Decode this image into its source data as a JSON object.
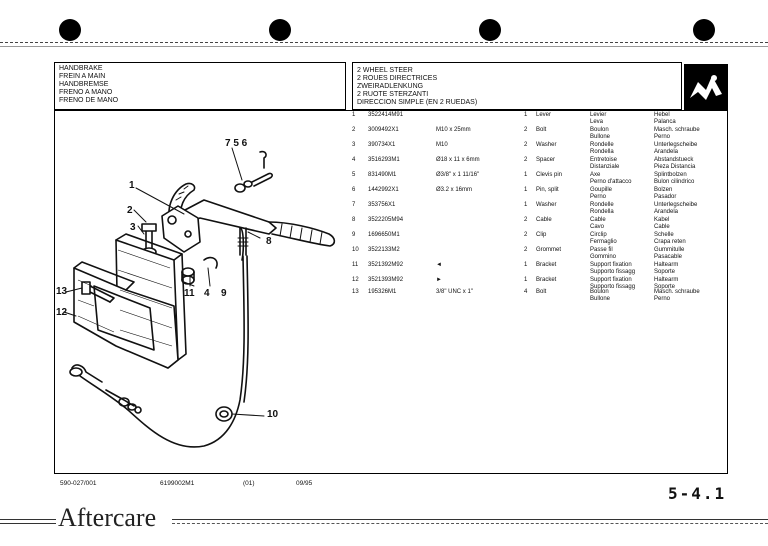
{
  "header": {
    "left_lines": [
      "HANDBRAKE",
      "FREIN A MAIN",
      "HANDBREMSE",
      "FRENO A MANO",
      "FRENO DE MANO"
    ],
    "right_lines": [
      "2 WHEEL STEER",
      "2 ROUES DIRECTRICES",
      "ZWEIRADLENKUNG",
      "2 RUOTE STERZANTI",
      "DIRECCION SIMPLE (EN 2 RUEDAS)"
    ]
  },
  "logo_icon": "tractor-logo-icon",
  "parts": [
    {
      "ref": "1",
      "part": "3522414M91",
      "spec": "",
      "qty": "1",
      "desc": "Lever",
      "fr": "Levier",
      "it": "Leva",
      "de": "Hebel",
      "es": "Palanca"
    },
    {
      "ref": "2",
      "part": "3009492X1",
      "spec": "M10 x 25mm",
      "qty": "2",
      "desc": "Bolt",
      "fr": "Boulon",
      "it": "Bullone",
      "de": "Masch. schraube",
      "es": "Perno"
    },
    {
      "ref": "3",
      "part": "390734X1",
      "spec": "M10",
      "qty": "2",
      "desc": "Washer",
      "fr": "Rondelle",
      "it": "Rondella",
      "de": "Unterlegscheibe",
      "es": "Arandela"
    },
    {
      "ref": "4",
      "part": "3516293M1",
      "spec": "Ø18 x 11 x 6mm",
      "qty": "2",
      "desc": "Spacer",
      "fr": "Entretoise",
      "it": "Distanziale",
      "de": "Abstandstueck",
      "es": "Pieza Distancia"
    },
    {
      "ref": "5",
      "part": "831490M1",
      "spec": "Ø3/8\" x 1 11/16\"",
      "qty": "1",
      "desc": "Clevis pin",
      "fr": "Axe",
      "it": "Perno d'attacco",
      "de": "Splintbolzen",
      "es": "Bulon cilindrico"
    },
    {
      "ref": "6",
      "part": "1442992X1",
      "spec": "Ø3.2 x 16mm",
      "qty": "1",
      "desc": "Pin, split",
      "fr": "Goupille",
      "it": "Perno",
      "de": "Bolzen",
      "es": "Pasador"
    },
    {
      "ref": "7",
      "part": "353756X1",
      "spec": "",
      "qty": "1",
      "desc": "Washer",
      "fr": "Rondelle",
      "it": "Rondella",
      "de": "Unterlegscheibe",
      "es": "Arandela"
    },
    {
      "ref": "8",
      "part": "3522205M94",
      "spec": "",
      "qty": "2",
      "desc": "Cable",
      "fr": "Cable",
      "it": "Cavo",
      "de": "Kabel",
      "es": "Cable"
    },
    {
      "ref": "9",
      "part": "1696650M1",
      "spec": "",
      "qty": "2",
      "desc": "Clip",
      "fr": "Circlip",
      "it": "Fermaglio",
      "de": "Schelle",
      "es": "Crapa reten"
    },
    {
      "ref": "10",
      "part": "3522133M2",
      "spec": "",
      "qty": "2",
      "desc": "Grommet",
      "fr": "Passe fil",
      "it": "Gommino",
      "de": "Gummitulle",
      "es": "Pasacable"
    },
    {
      "ref": "11",
      "part": "3521392M92",
      "spec": "◄",
      "qty": "1",
      "desc": "Bracket",
      "fr": "Support fixation",
      "it": "Supporto fissagg",
      "de": "Haltearm",
      "es": "Soporte"
    },
    {
      "ref": "12",
      "part": "3521393M92",
      "spec": "►",
      "qty": "1",
      "desc": "Bracket",
      "fr": "Support fixation",
      "it": "Supporto fissagg",
      "de": "Haltearm",
      "es": "Soporte"
    },
    {
      "ref": "13",
      "part": "195326M1",
      "spec": "3/8\" UNC x 1\"",
      "qty": "4",
      "desc": "Bolt",
      "fr": "Boulon",
      "it": "Bullone",
      "de": "Masch. schraube",
      "es": "Perno"
    }
  ],
  "callouts": {
    "c765": "7 5 6",
    "c1": "1",
    "c2": "2",
    "c3": "3",
    "c8": "8",
    "c13": "13",
    "c12": "12",
    "c11": "11",
    "c4": "4",
    "c9": "9",
    "c10": "10"
  },
  "footer": {
    "code": "590-027/001",
    "catalog": "6199002M1",
    "edition": "(01)",
    "date": "09/95",
    "page": "5-4.1",
    "brand": "Aftercare"
  }
}
